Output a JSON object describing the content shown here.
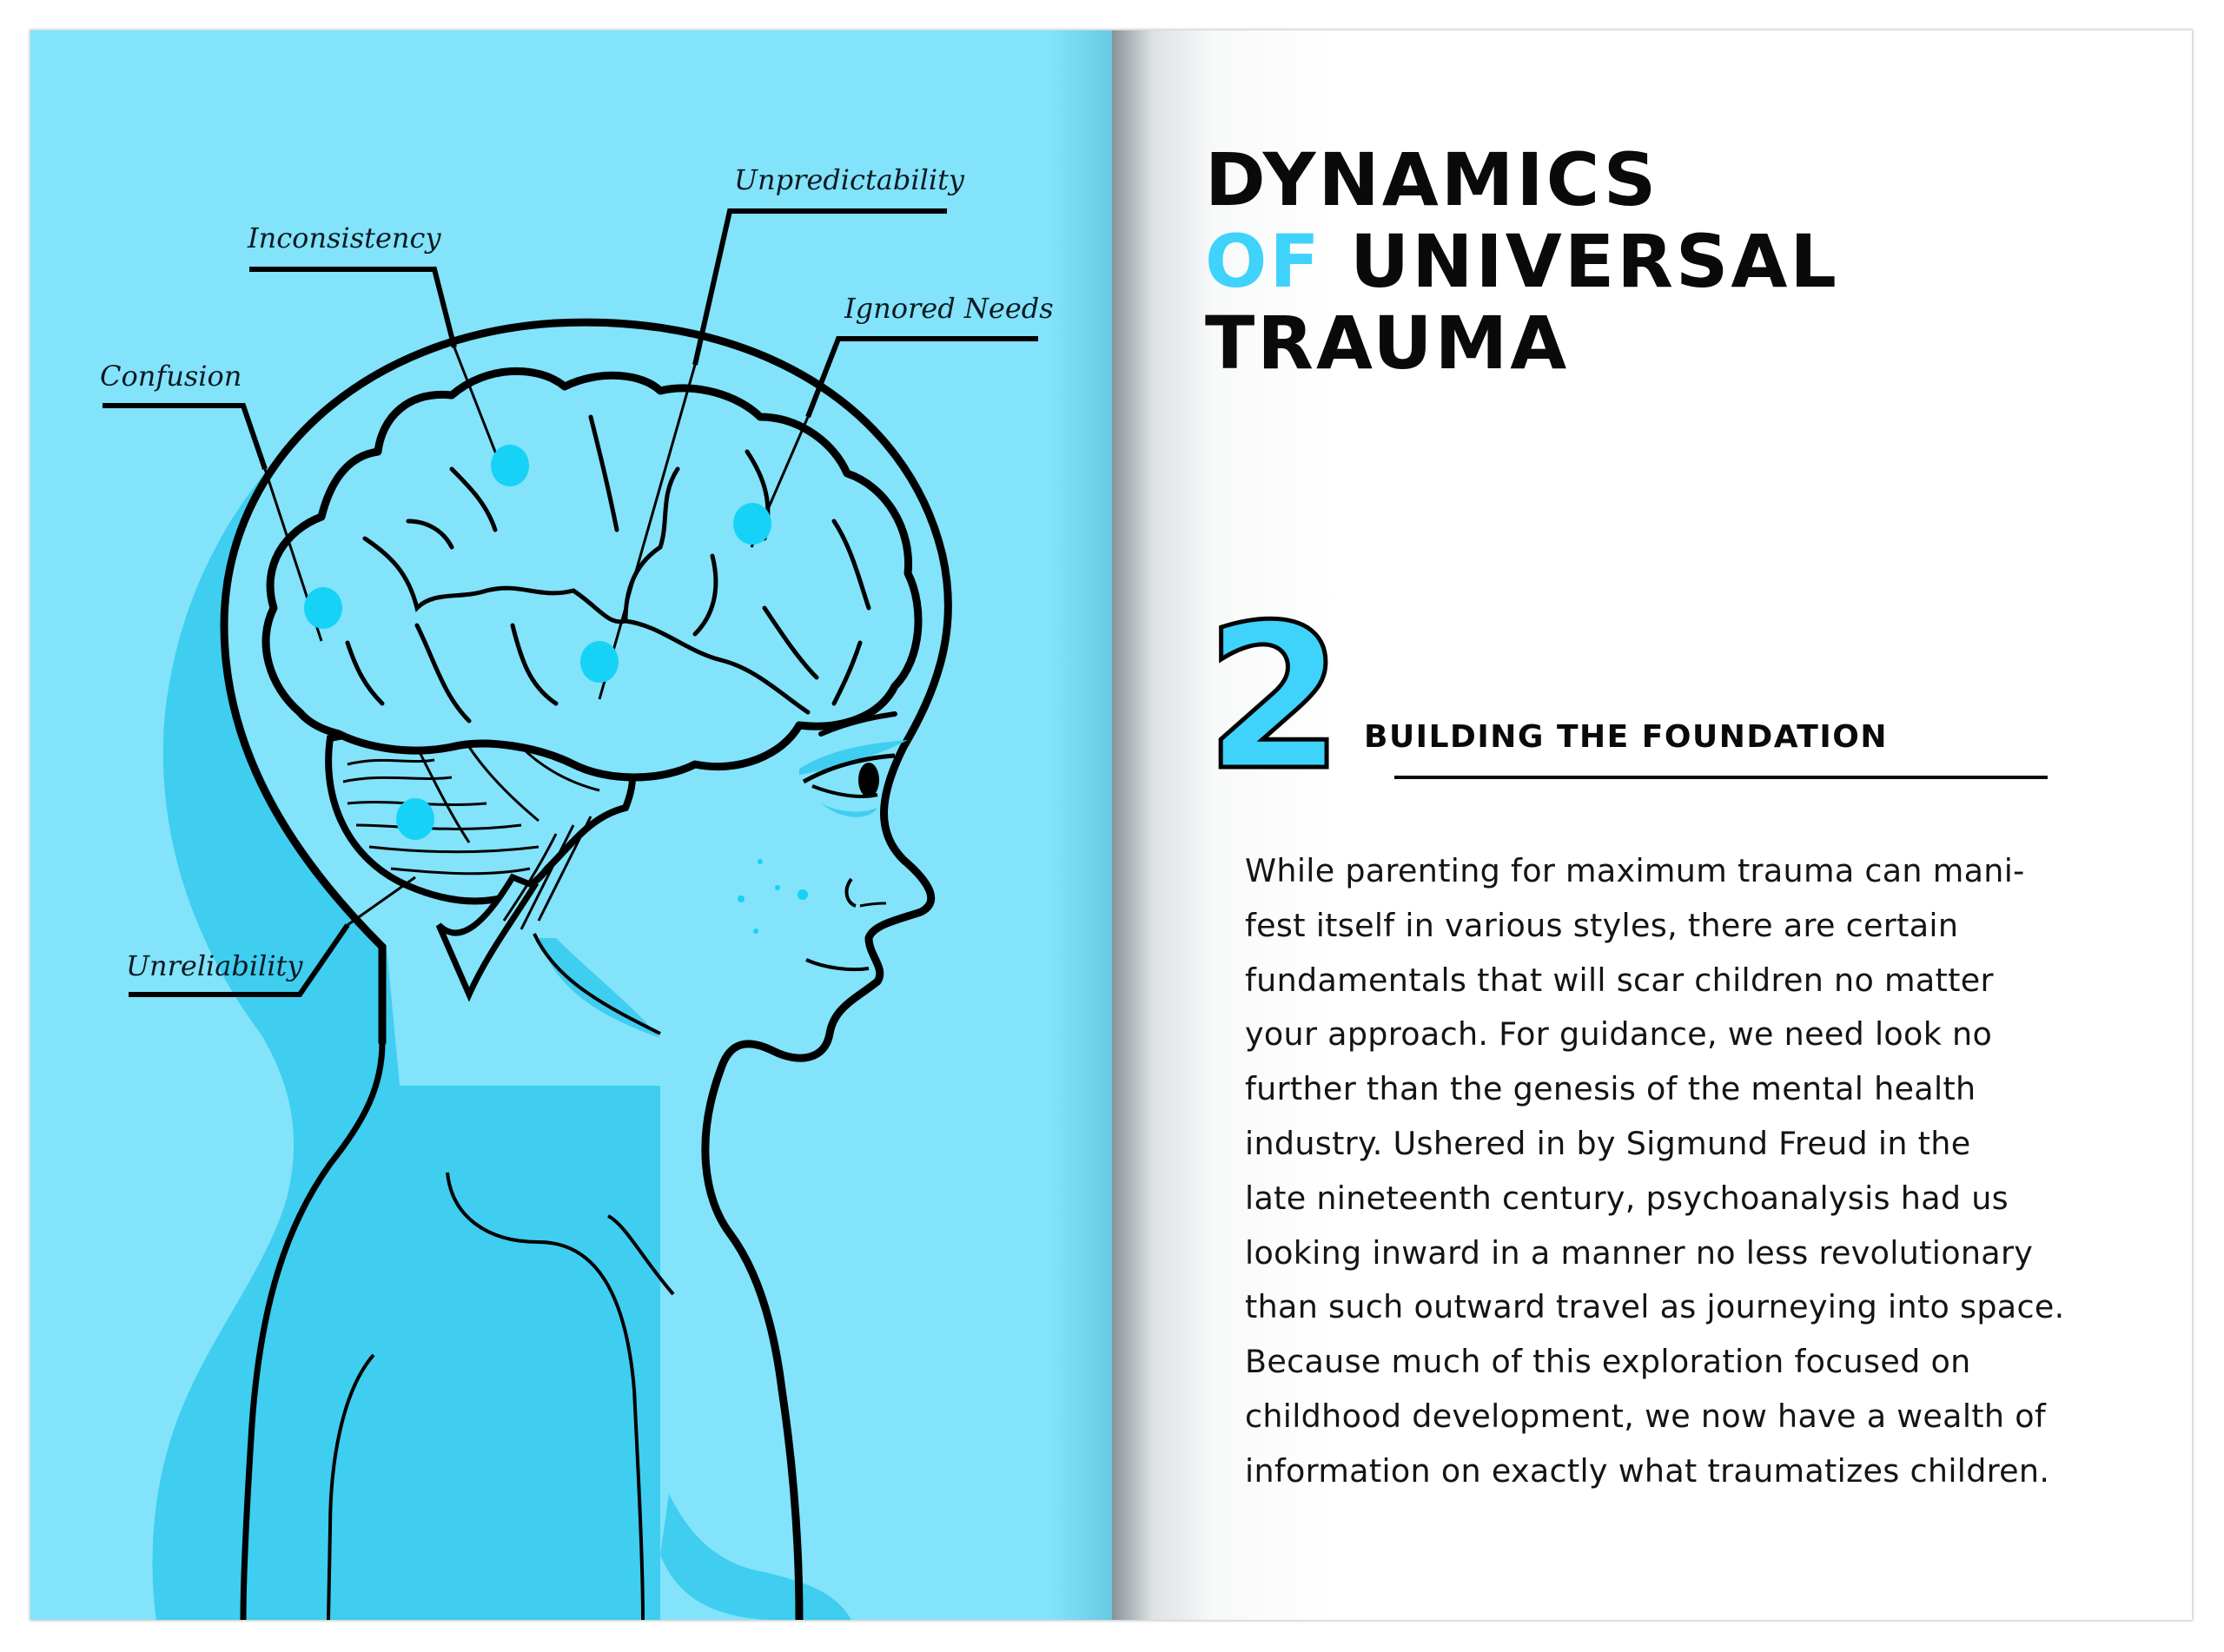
{
  "left_page": {
    "illustration": "child-profile-with-brain",
    "labels": [
      {
        "id": "unpredictability",
        "text": "Unpredictability"
      },
      {
        "id": "inconsistency",
        "text": "Inconsistency"
      },
      {
        "id": "ignored_needs",
        "text": "Ignored Needs"
      },
      {
        "id": "confusion",
        "text": "Confusion"
      },
      {
        "id": "unreliability",
        "text": "Unreliability"
      }
    ],
    "colors": {
      "background": "#82e3fb",
      "shadow": "#3fcdf0",
      "dot": "#15d2f6",
      "ink": "#000000"
    }
  },
  "right_page": {
    "title": {
      "line1": "DYNAMICS",
      "line2_accent": "OF",
      "line2_rest": " UNIVERSAL",
      "line3": "TRAUMA"
    },
    "chapter": {
      "number": "2",
      "title": "BUILDING THE FOUNDATION"
    },
    "body_lines": [
      "While parenting for maximum trauma can mani-",
      "fest itself in various styles, there are certain",
      "fundamentals that will scar children no matter",
      "your approach. For guidance, we need look no",
      "further than the genesis of the mental health",
      "industry. Ushered in by Sigmund Freud in the",
      "late nineteenth century, psychoanalysis had us",
      "looking inward in a manner no less revolutionary",
      "than such outward travel as journeying into space.",
      "Because much of this exploration focused on",
      "childhood development, we now have a wealth of",
      "information on exactly what traumatizes children."
    ],
    "colors": {
      "accent": "#3fd3fb",
      "text": "#141414"
    }
  }
}
